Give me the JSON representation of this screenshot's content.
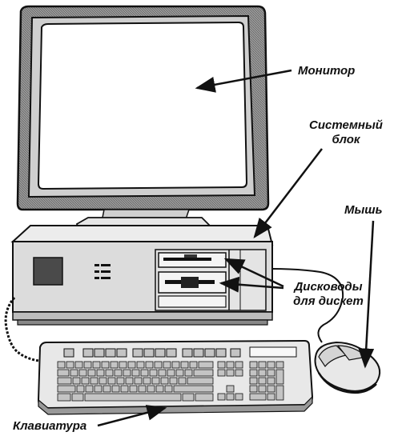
{
  "labels": {
    "monitor": "Монитор",
    "system_unit_line1": "Системный",
    "system_unit_line2": "блок",
    "mouse": "Мышь",
    "drives_line1": "Дисководы",
    "drives_line2": "для дискет",
    "keyboard": "Клавиатура"
  },
  "colors": {
    "ink": "#111111",
    "screen": "#ffffff",
    "bezel": "#8c8c8c",
    "case": "#d6d6d6",
    "keys": "#c4c4c4"
  }
}
